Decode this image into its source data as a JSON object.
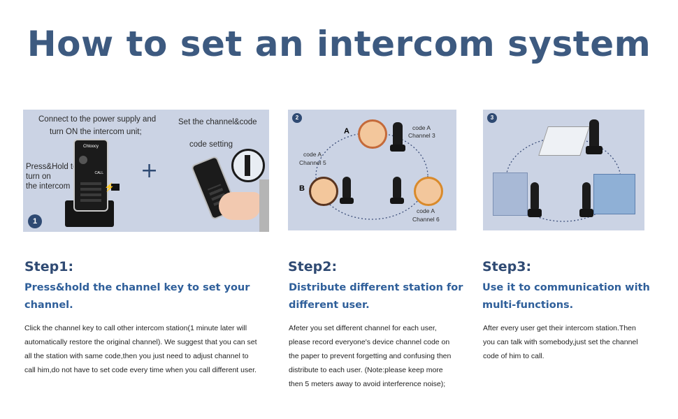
{
  "title": "How to set an intercom system",
  "panel1": {
    "badge": "1",
    "text_power_1": "Connect to the power supply and",
    "text_power_2": "turn ON the intercom unit;",
    "text_press_1": "Press&Hold to",
    "text_press_2": "turn on",
    "text_press_3": "the intercom",
    "plus": "+",
    "text_channel_1": "Set the channel&code",
    "text_channel_2": "code setting",
    "brand": "Chtoocy",
    "call_key": "CALL"
  },
  "panel2": {
    "badge": "2",
    "user_a": "A",
    "user_b": "B",
    "code_a1_1": "code A",
    "code_a1_2": "Channel 3",
    "code_a2_1": "code A",
    "code_a2_2": "Channel 5",
    "code_a3_1": "code A",
    "code_a3_2": "Channel 6"
  },
  "panel3": {
    "badge": "3"
  },
  "steps": [
    {
      "title": "Step1:",
      "subtitle_1": "Press&hold the channel key to set your",
      "subtitle_2": "channel.",
      "body": [
        "Click the channel key to call other intercom station(1 minute later will",
        "automatically restore the original channel). We suggest that you can set",
        "all the station with same code,then you just need to adjust channel to",
        "call him,do not have to set code every time when you call different user."
      ]
    },
    {
      "title": "Step2:",
      "subtitle_1": "Distribute different station for",
      "subtitle_2": "different user.",
      "body": [
        "Afeter you set different channel for each user,",
        "please record everyone's device channel code on",
        "the paper to prevent forgetting and confusing then",
        "distribute to each user. (Note:please keep more",
        "then 5 meters away to avoid interference noise);"
      ]
    },
    {
      "title": "Step3:",
      "subtitle_1": "Use it to communication with",
      "subtitle_2": "multi-functions.",
      "body": [
        "After every user get their intercom station.Then",
        "you can talk with somebody,just set the channel",
        "code of him to call."
      ]
    }
  ],
  "colors": {
    "title": "#3d5a80",
    "panel_bg": "#cbd3e4",
    "step": "#2f4a73",
    "subtitle": "#2f5f9a"
  }
}
